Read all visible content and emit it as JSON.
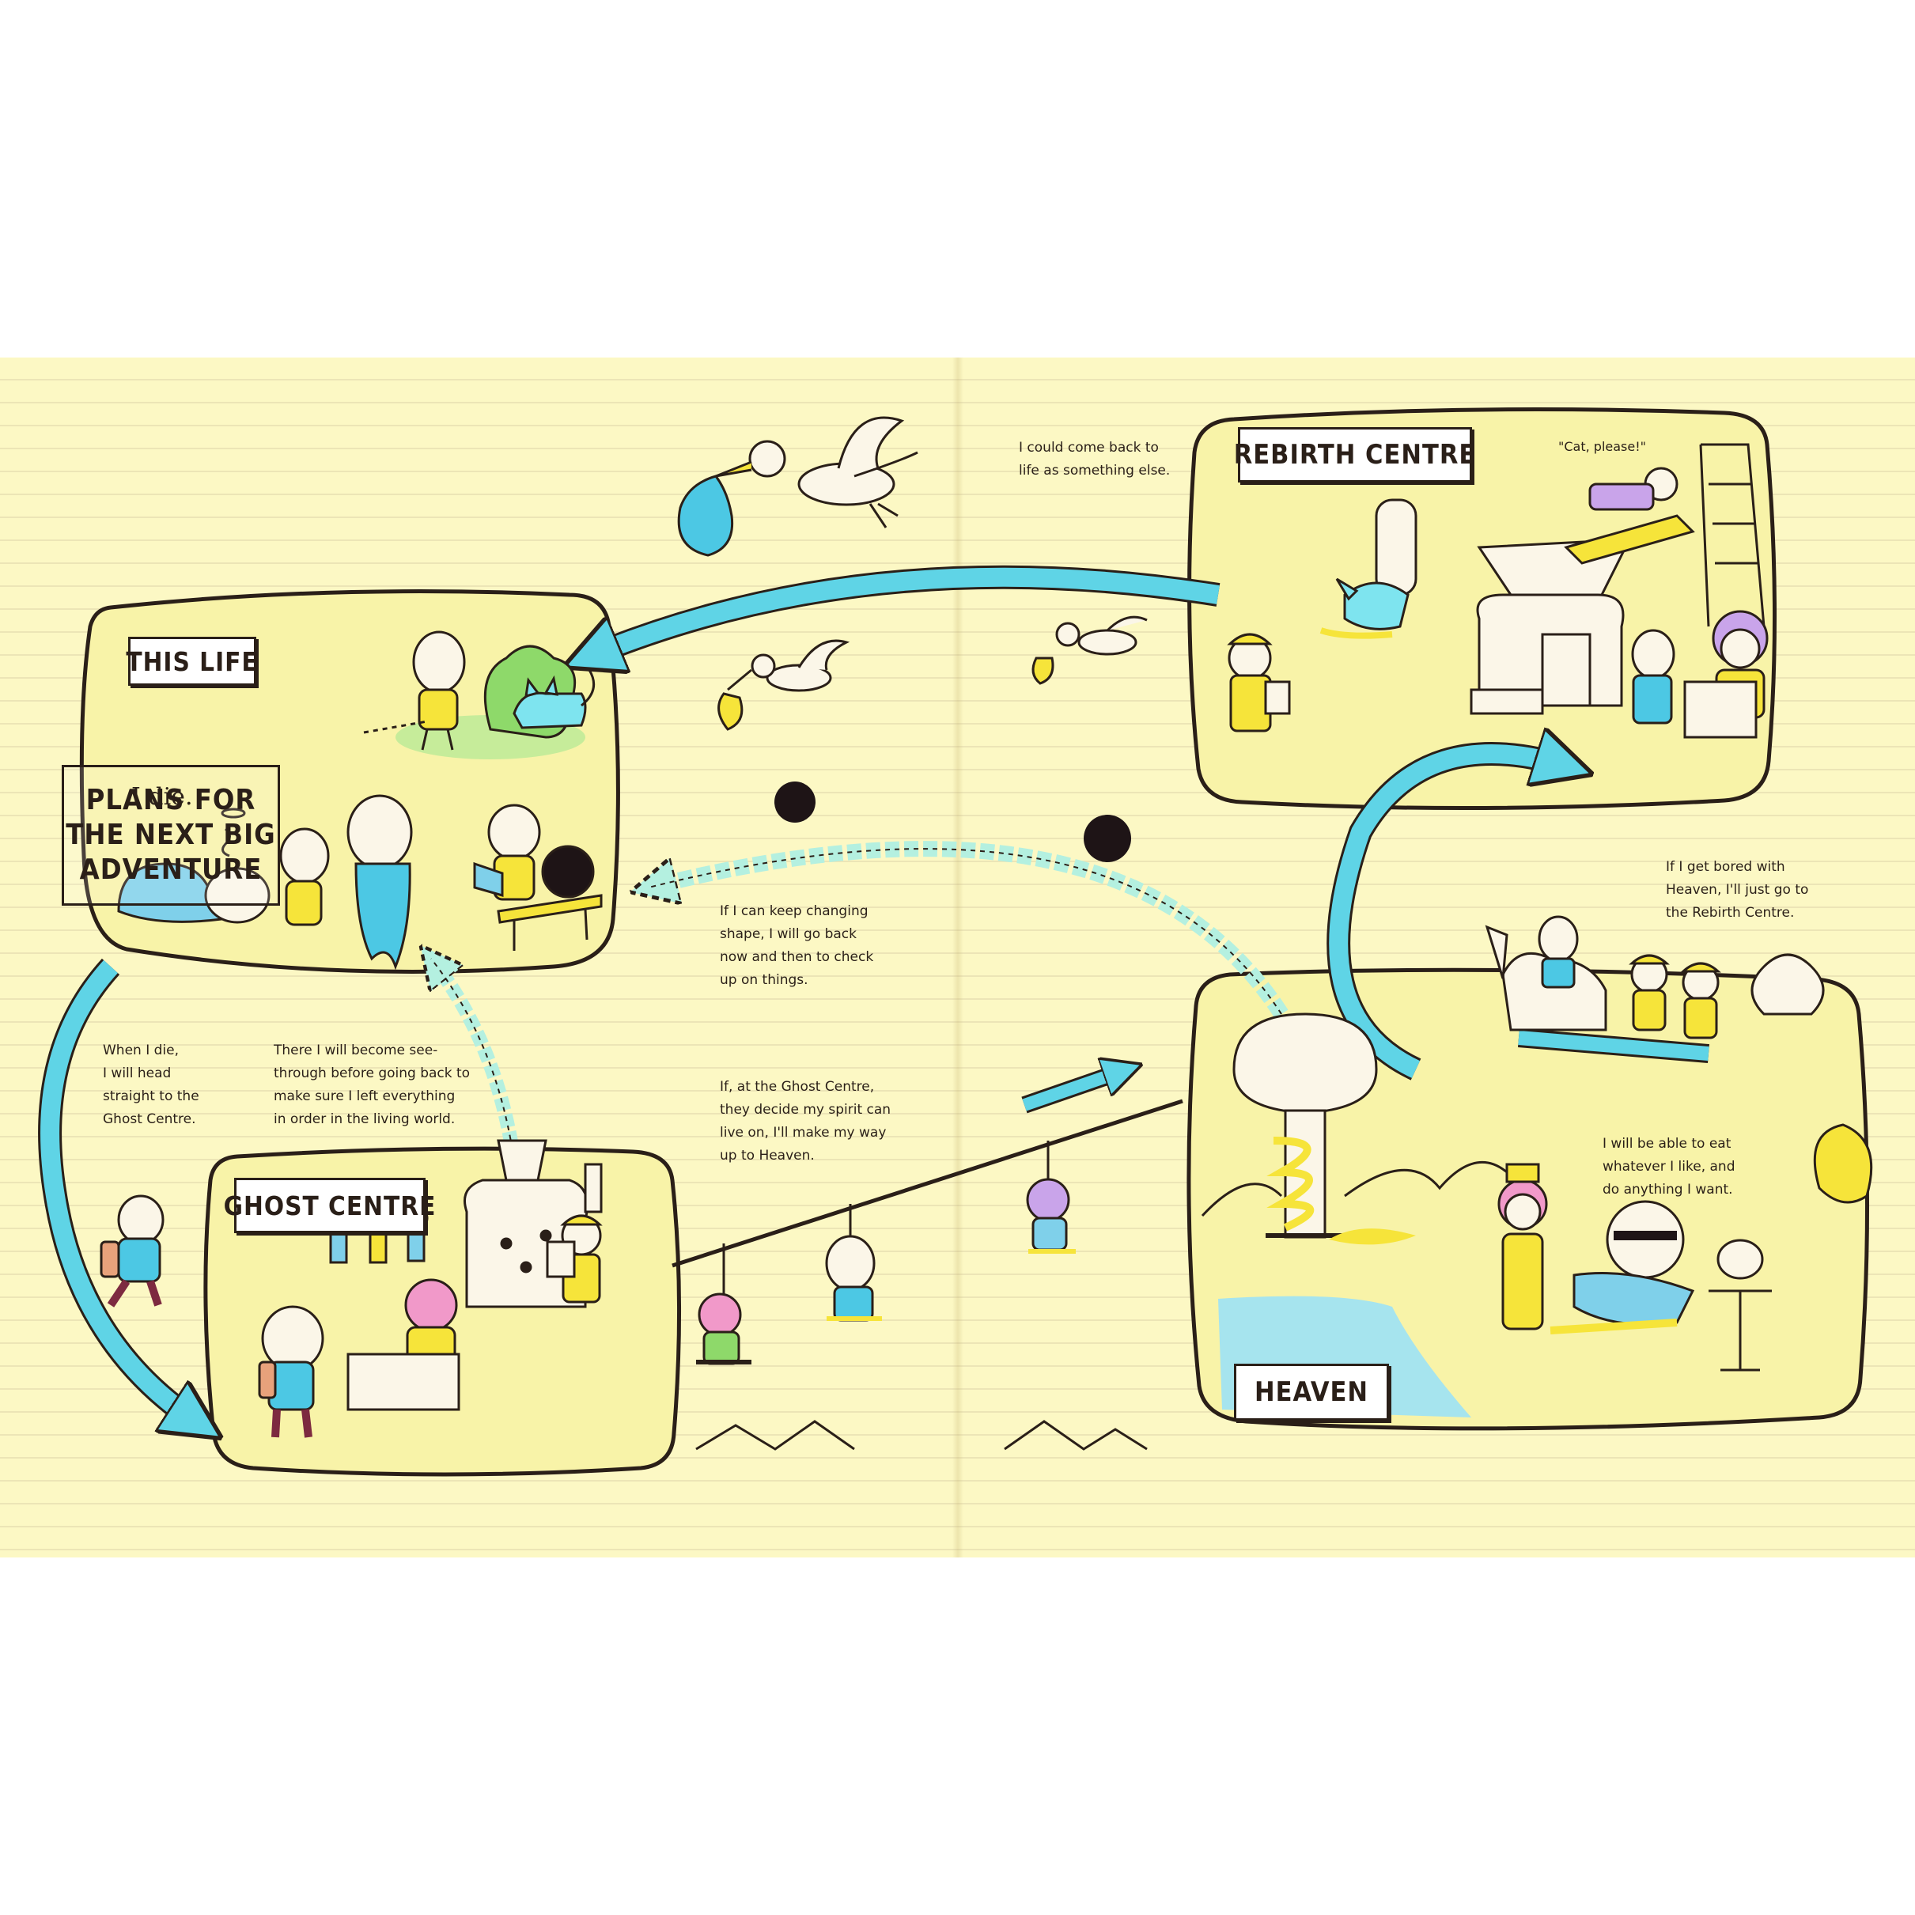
{
  "title": {
    "lines": [
      "PLANS FOR",
      "THE NEXT BIG",
      "ADVENTURE"
    ]
  },
  "panels": {
    "this_life": {
      "label": "THIS LIFE"
    },
    "ghost_centre": {
      "label": "GHOST CENTRE"
    },
    "rebirth_centre": {
      "label": "REBIRTH CENTRE"
    },
    "heaven": {
      "label": "HEAVEN"
    }
  },
  "speech": {
    "i_die": "I die.",
    "cat_please": "\"Cat, please!\""
  },
  "notes": {
    "when_i_die": [
      "When I die,",
      "I will head",
      "straight to the",
      "Ghost Centre."
    ],
    "see_through": [
      "There I will become see-",
      "through before going back to",
      "make sure I left everything",
      "in order in the living world."
    ],
    "keep_changing": [
      "If I can keep changing",
      "shape, I will go back",
      "now and then to check",
      "up on things."
    ],
    "ghost_centre_decide": [
      "If, at the Ghost Centre,",
      "they decide my spirit can",
      "live on, I'll make my way",
      "up to Heaven."
    ],
    "come_back": [
      "I could come back to",
      "life as something else."
    ],
    "bored_heaven": [
      "If I get bored with",
      "Heaven, I'll just go to",
      "the Rebirth Centre."
    ],
    "eat_whatever": [
      "I will be able to eat",
      "whatever I like, and",
      "do anything I want."
    ]
  },
  "colors": {
    "paper": "#fcf8c4",
    "panel_fill": "#f8f3a8",
    "ink": "#2a1f18",
    "arrow_cyan": "#5fd4e6",
    "dashed_arrow": "#9ee6d2",
    "skin": "#fbf6e8",
    "yellow": "#f6e43a"
  }
}
